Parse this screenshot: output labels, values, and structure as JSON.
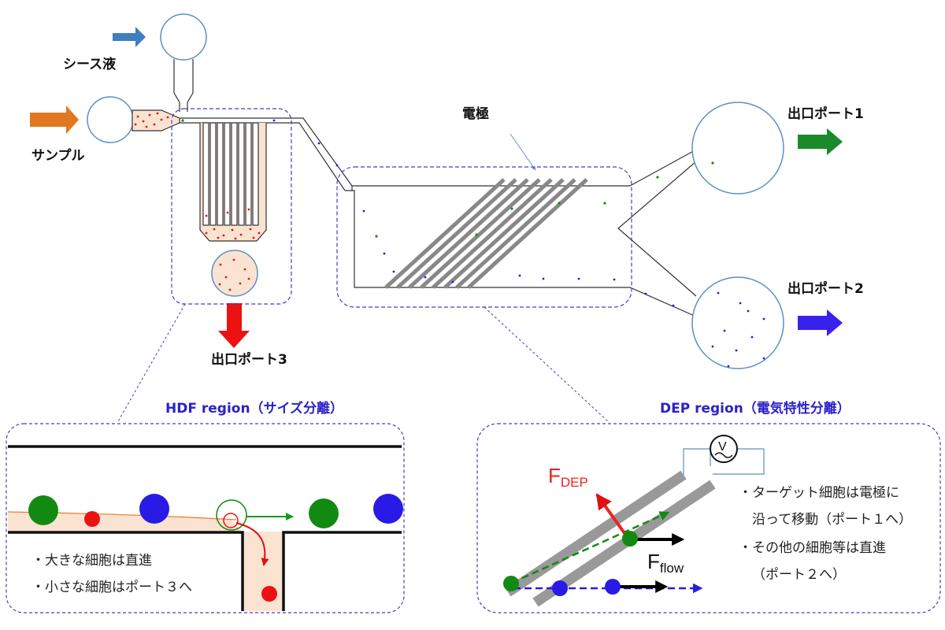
{
  "labels": {
    "sheath": "シース液",
    "sample": "サンプル",
    "electrode": "電極",
    "port1": "出口ポート1",
    "port2": "出口ポート2",
    "port3": "出口ポート3"
  },
  "hdf": {
    "title": "HDF region（サイズ分離）",
    "notes": [
      "・大きな細胞は直進",
      "・小さな細胞はポート３へ"
    ]
  },
  "dep": {
    "title": "DEP region（電気特性分離）",
    "notes": [
      "・ターゲット細胞は電極に",
      "沿って移動（ポート１へ）",
      "・その他の細胞等は直進",
      "（ポート２へ）"
    ],
    "f_dep_main": "F",
    "f_dep_sub": "DEP",
    "f_flow_main": "F",
    "f_flow_sub": "flow",
    "voltage_symbol": "V"
  },
  "colors": {
    "sheath_arrow": "#3f7fc0",
    "sample_arrow": "#e07820",
    "port1_arrow": "#1a8a2a",
    "port2_arrow": "#3a22ee",
    "port3_arrow": "#ee1111",
    "region_border": "#4a3ac8",
    "chip_outline": "#5b8fc8",
    "red_cell": "#ee1111",
    "green_cell": "#128a12",
    "blue_cell": "#2a1ae6"
  }
}
